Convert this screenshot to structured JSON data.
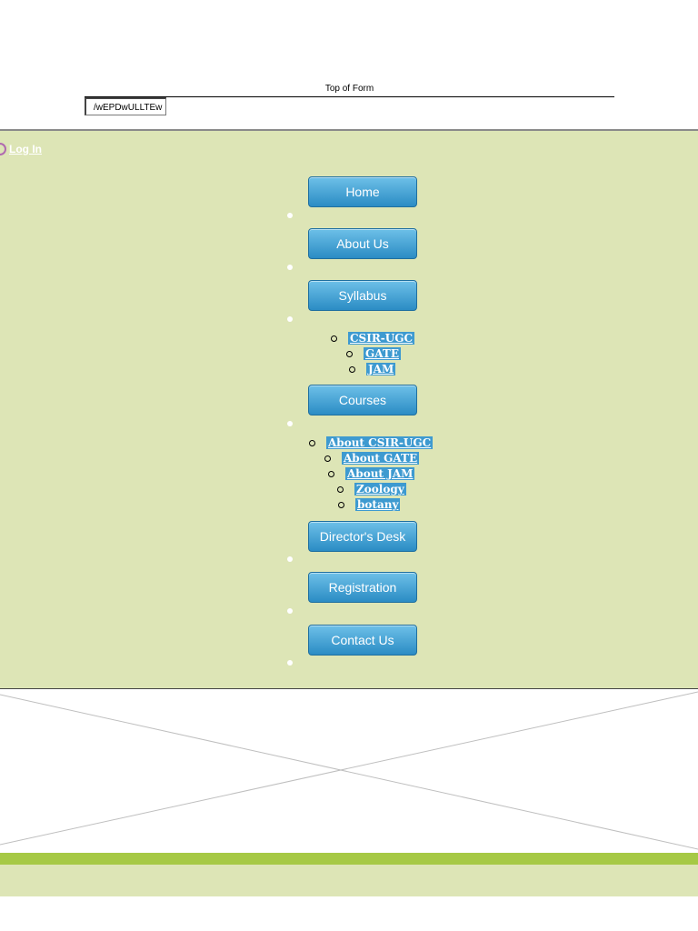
{
  "form": {
    "top_label": "Top of Form",
    "viewstate_value": "/wEPDwULLTEw"
  },
  "login": {
    "label": "Log In"
  },
  "nav": {
    "home": "Home",
    "about": "About Us",
    "syllabus": "Syllabus",
    "syllabus_sub": [
      "CSIR-UGC",
      "GATE",
      "JAM"
    ],
    "courses": "Courses",
    "courses_sub": [
      "About CSIR-UGC",
      "About GATE",
      "About JAM",
      "Zoology",
      "botany"
    ],
    "directors_desk": "Director's Desk",
    "registration": "Registration",
    "contact": "Contact Us"
  },
  "colors": {
    "panel_bg": "#dde5b6",
    "button_blue": "#2b8cc4",
    "accent_green": "#a6c945"
  }
}
